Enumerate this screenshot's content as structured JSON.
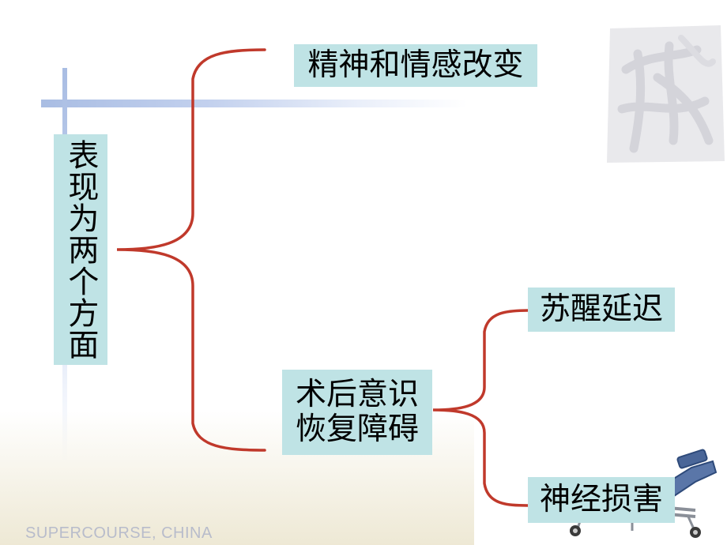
{
  "diagram": {
    "root": {
      "label": "表现为两个方面"
    },
    "branches": [
      {
        "label": "精神和情感改变",
        "children": []
      },
      {
        "label": "术后意识\n恢复障碍",
        "children": [
          {
            "label": "苏醒延迟"
          },
          {
            "label": "神经损害"
          }
        ]
      }
    ]
  },
  "footer": {
    "text": "SUPERCOURSE, CHINA"
  },
  "colors": {
    "box_fill": "#bfe3e5",
    "bracket": "#c0392b",
    "accent_lines": "#a9bde3",
    "footer_text": "#b8bccb"
  },
  "decorations": {
    "watermark_icon": "calligraphy-seal-icon",
    "gurney_icon": "stretcher-icon"
  }
}
